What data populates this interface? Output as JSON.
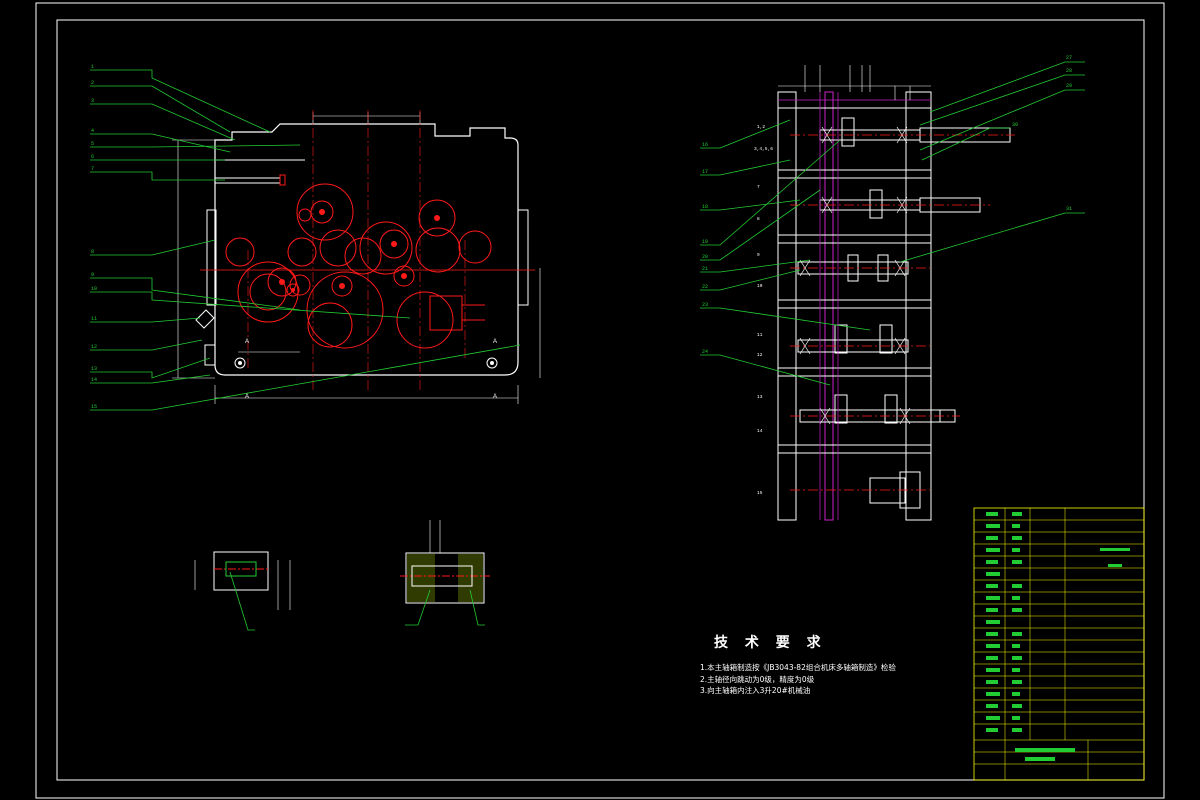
{
  "drawing": {
    "technical_requirements": {
      "title": "技 术 要 求",
      "items": [
        "1.本主轴箱制造按《JB3043-82组合机床多轴箱制造》检验",
        "2.主轴径向跳动为0级，精度为0级",
        "3.向主轴箱内注入3升20#机械油"
      ]
    },
    "section_labels": [
      "A",
      "A",
      "A",
      "A"
    ],
    "colors": {
      "frame": "#ffffff",
      "outline": "#ffffff",
      "leader": "#22cc33",
      "gear": "#ff1a1a",
      "center_line": "#ff1a1a",
      "hidden": "#cc22cc",
      "title_block_lines": "#ffff00",
      "title_block_text": "#22cc33"
    }
  }
}
